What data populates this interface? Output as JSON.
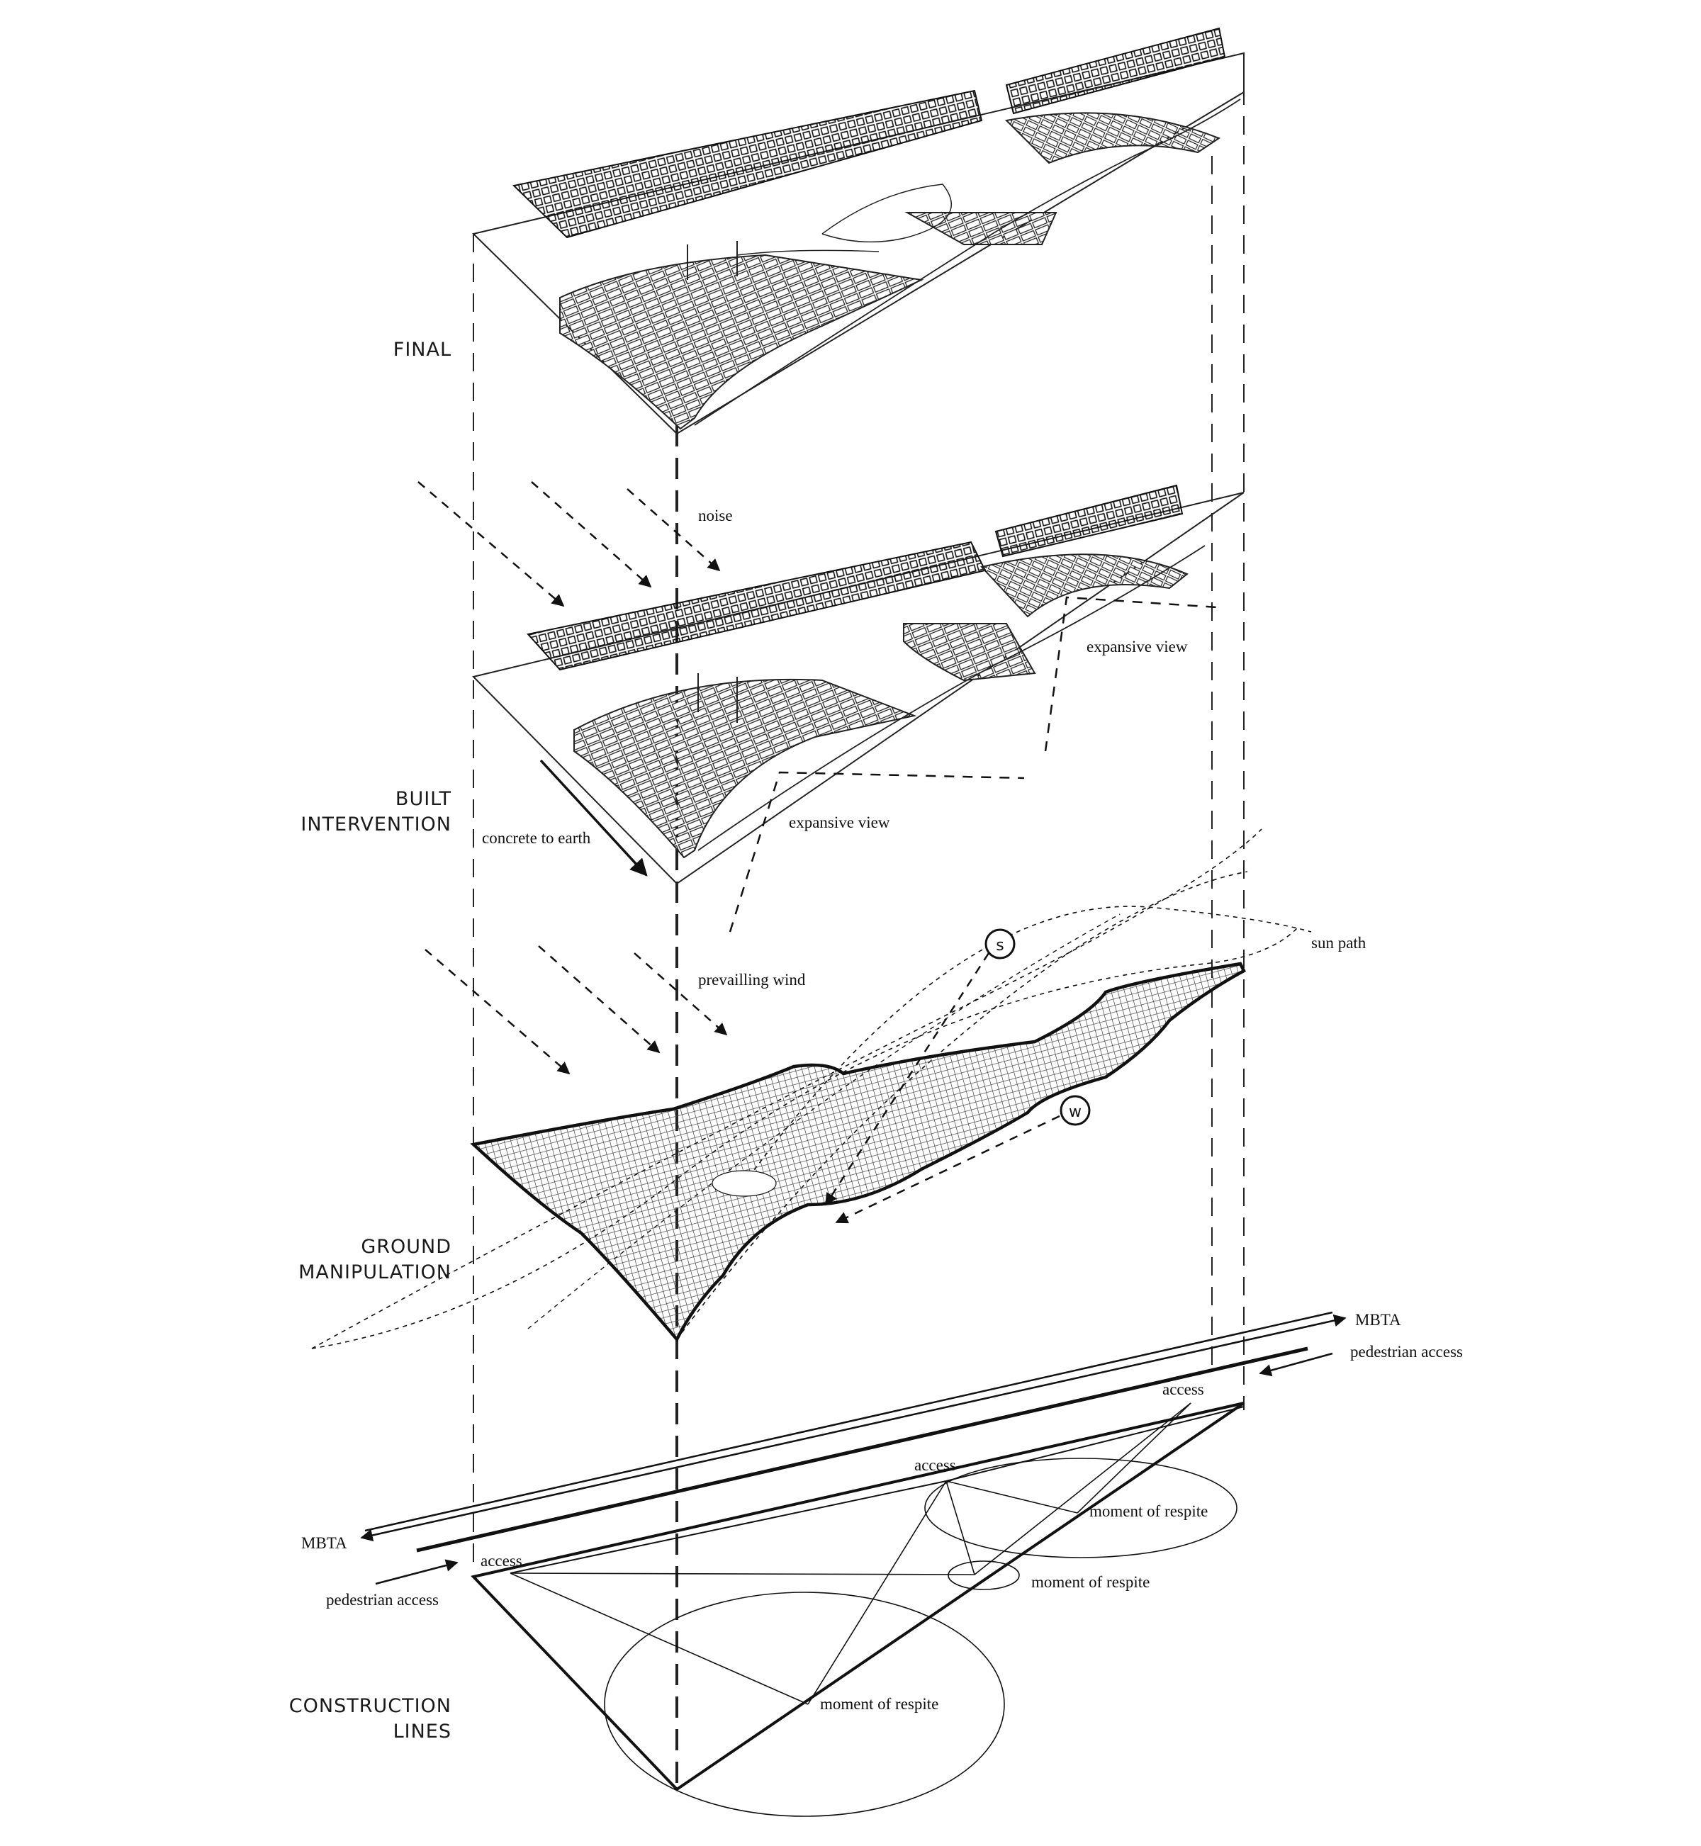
{
  "sections": {
    "final": "FINAL",
    "built": "BUILT\nINTERVENTION",
    "ground": "GROUND\nMANIPULATION",
    "construction": "CONSTRUCTION\nLINES"
  },
  "annotations": {
    "noise": "noise",
    "expansive_view_1": "expansive view",
    "expansive_view_2": "expansive view",
    "concrete_to_earth": "concrete to earth",
    "prevailing_wind": "prevailling wind",
    "sun_path": "sun path",
    "sun_marker": "s",
    "wind_marker": "w",
    "mbta_right": "MBTA",
    "mbta_left": "MBTA",
    "pedestrian_access_right": "pedestrian access",
    "pedestrian_access_left": "pedestrian access",
    "access_right": "access",
    "access_middle": "access",
    "access_left": "access",
    "respite_1": "moment of respite",
    "respite_2": "moment of respite",
    "respite_3": "moment of respite"
  },
  "colors": {
    "ink": "#111111",
    "background": "#ffffff"
  }
}
